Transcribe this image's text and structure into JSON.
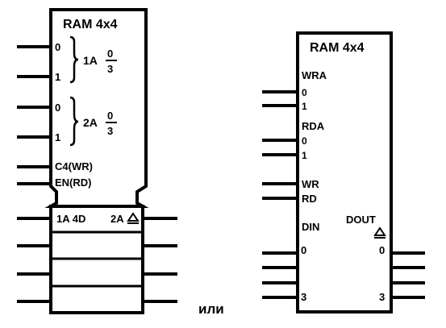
{
  "left": {
    "title": "RAM 4x4",
    "bit0": "0",
    "bit1": "1",
    "group1": "1A",
    "group2": "2A",
    "frac_num": "0",
    "frac_den": "3",
    "ctrl_wr": "C4(WR)",
    "ctrl_rd": "EN(RD)",
    "data_in": "1A 4D",
    "data_out": "2A"
  },
  "separator": "или",
  "right": {
    "title": "RAM 4x4",
    "wra": "WRA",
    "rda": "RDA",
    "bit0": "0",
    "bit1": "1",
    "wr": "WR",
    "rd": "RD",
    "din": "DIN",
    "dout": "DOUT",
    "in0": "0",
    "in3": "3",
    "out0": "0",
    "out3": "3"
  }
}
